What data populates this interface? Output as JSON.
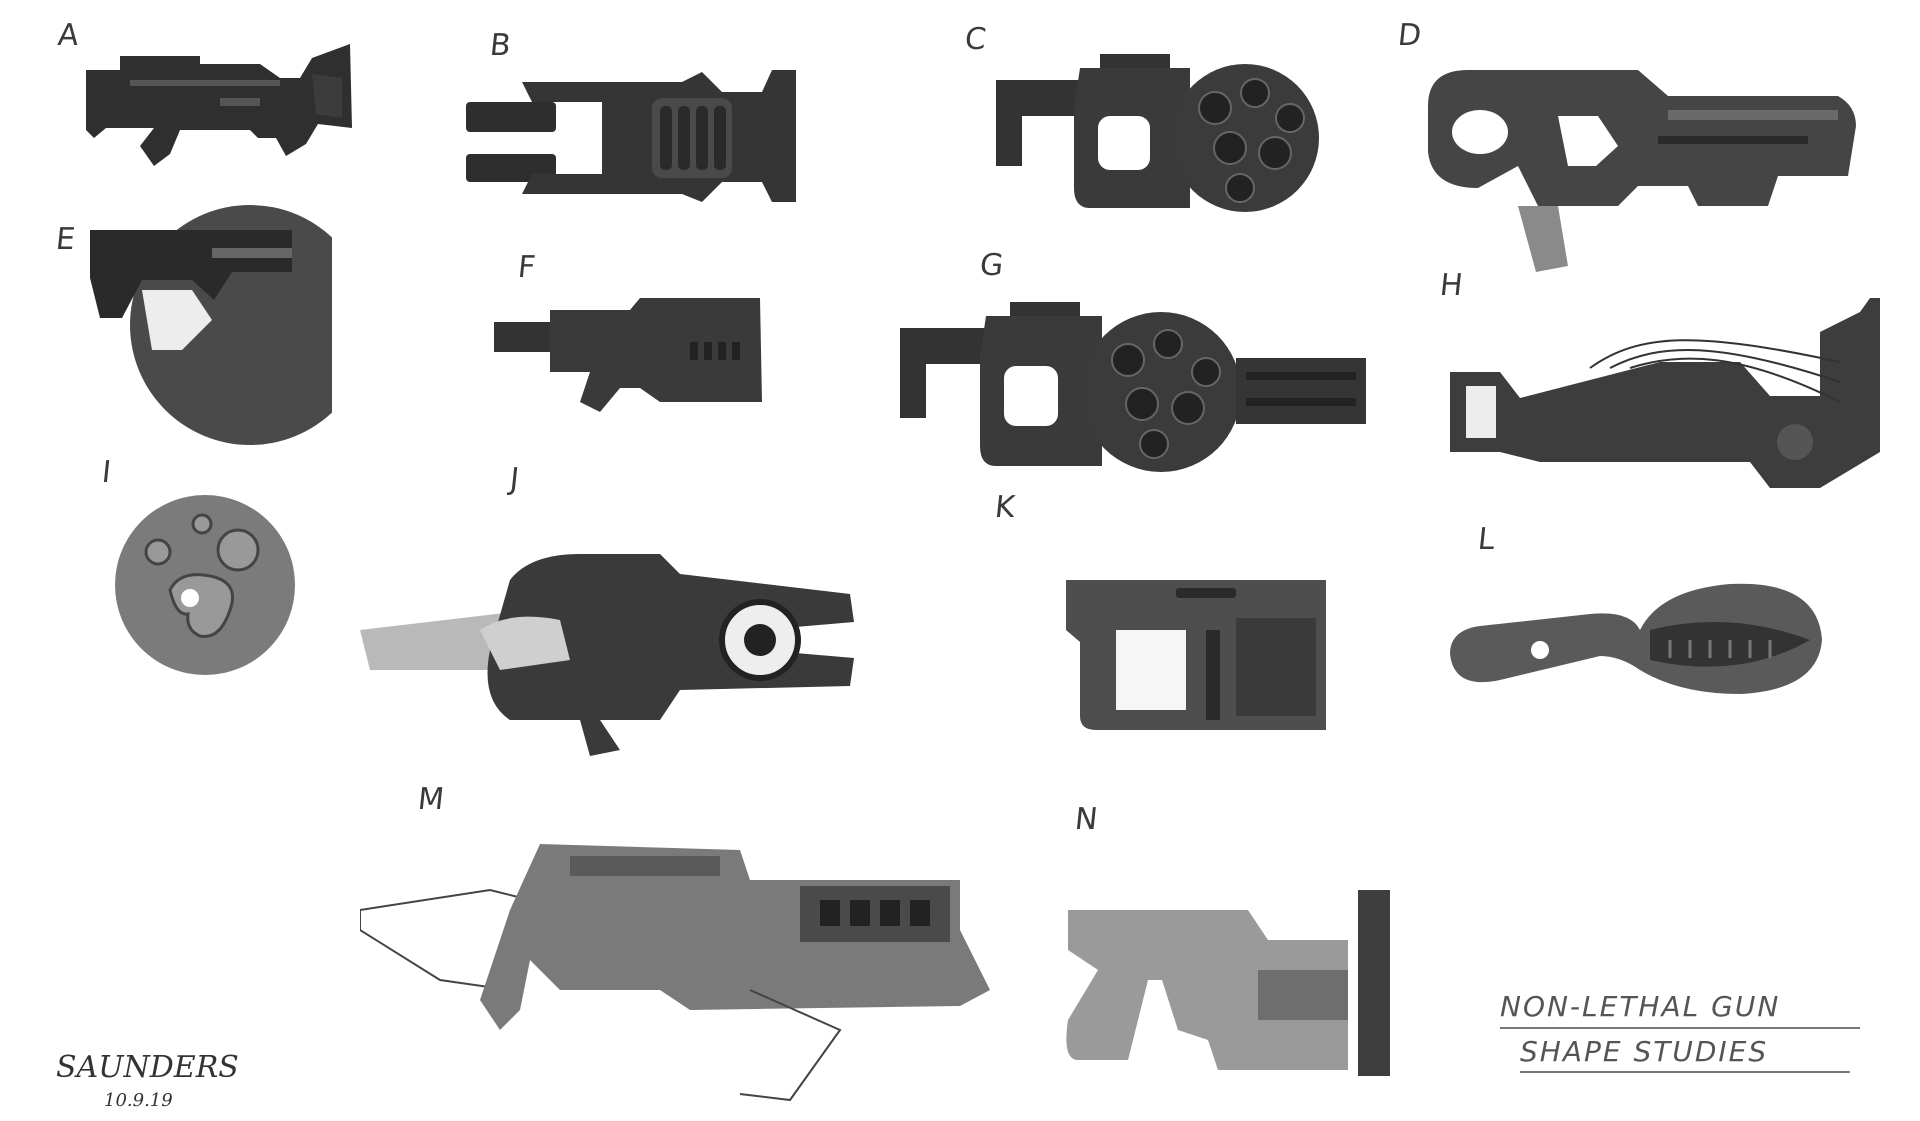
{
  "labels": {
    "a": "A",
    "b": "B",
    "c": "C",
    "d": "D",
    "e": "E",
    "f": "F",
    "g": "G",
    "h": "H",
    "i": "I",
    "j": "J",
    "k": "K",
    "l": "L",
    "m": "M",
    "n": "N"
  },
  "title": {
    "line1": "NON-LETHAL GUN",
    "line2": "SHAPE STUDIES"
  },
  "signature": {
    "name": "SAUNDERS",
    "date": "10.9.19"
  },
  "palette": {
    "ink_dark": "#2b2b2b",
    "ink_mid": "#4a4a4a",
    "ink_light": "#8a8a8a",
    "paper": "#ffffff"
  }
}
